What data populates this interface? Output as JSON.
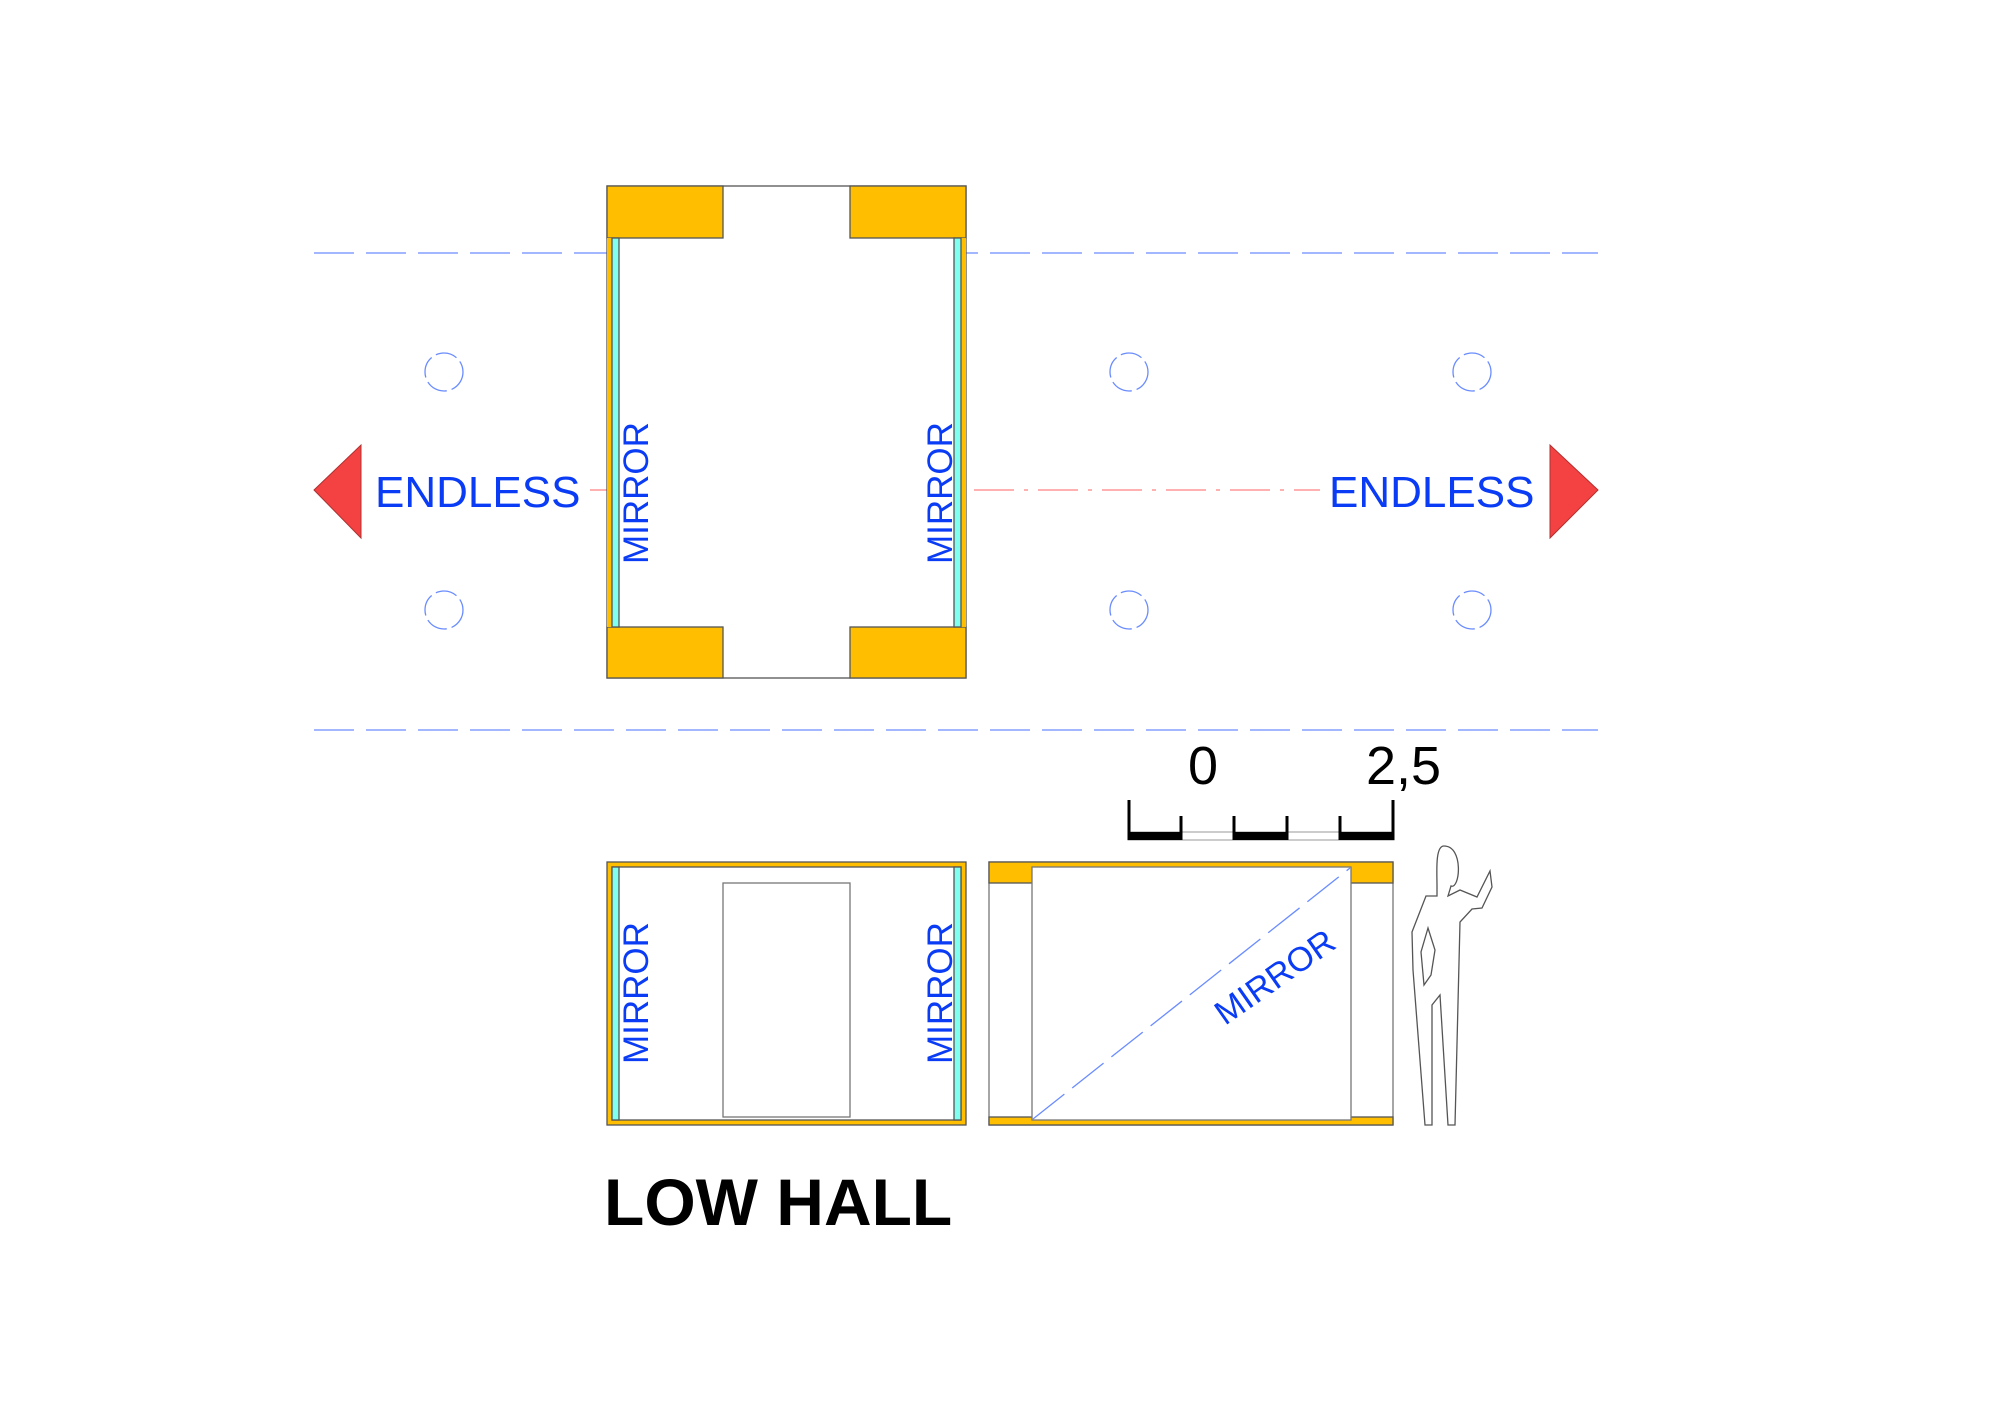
{
  "labels": {
    "endless_left": "ENDLESS",
    "endless_right": "ENDLESS",
    "mirror_plan_left": "MIRROR",
    "mirror_plan_right": "MIRROR",
    "mirror_elev_left": "MIRROR",
    "mirror_elev_right": "MIRROR",
    "mirror_section": "MIRROR",
    "title": "LOW HALL"
  },
  "scale_bar": {
    "start": "0",
    "end": "2,5"
  },
  "colors": {
    "wall": "#FFBF00",
    "mirror": "#7FFFEF",
    "text": "#0A3CF5",
    "arrow": "#F44242",
    "axis": "#FF8080",
    "grid": "#6A8CFF"
  }
}
